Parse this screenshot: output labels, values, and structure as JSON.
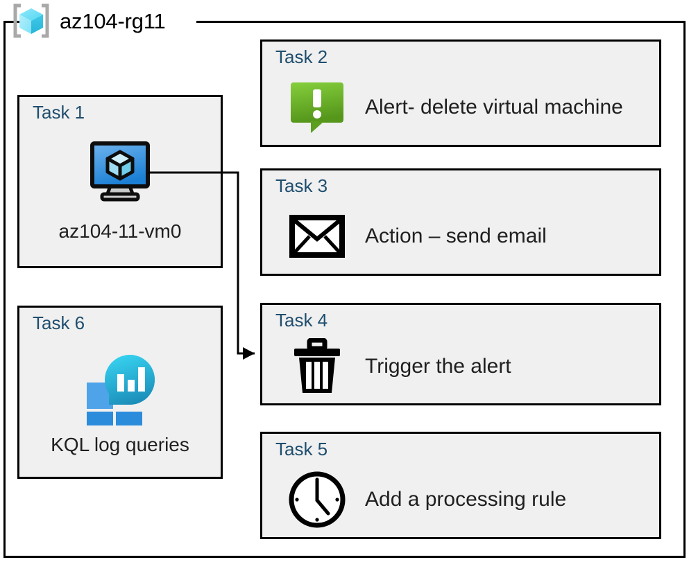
{
  "diagram": {
    "resource_group": {
      "name": "az104-rg11",
      "icon": "azure-resource-group-icon"
    },
    "accent_colors": {
      "task_title": "#1F4E6E",
      "box_fill": "#F0F0F0",
      "box_border": "#000000",
      "vm_screen_blue": "#3C8FE0",
      "alert_green_light": "#7DC62E",
      "alert_green_dark": "#55961B",
      "log_analytics_cyan": "#2FC6E8",
      "log_analytics_blue": "#2C8CDC",
      "log_analytics_blue_light": "#4FA3E8"
    },
    "tasks": [
      {
        "id": "task-1",
        "title": "Task 1",
        "caption": "az104-11-vm0",
        "icon": "virtual-machine-icon",
        "shape": "square"
      },
      {
        "id": "task-2",
        "title": "Task 2",
        "label": "Alert- delete virtual machine",
        "icon": "alert-bubble-icon",
        "shape": "wide"
      },
      {
        "id": "task-3",
        "title": "Task 3",
        "label": "Action – send email",
        "icon": "envelope-icon",
        "shape": "wide"
      },
      {
        "id": "task-4",
        "title": "Task 4",
        "label": "Trigger the alert",
        "icon": "trash-icon",
        "shape": "wide"
      },
      {
        "id": "task-5",
        "title": "Task 5",
        "label": "Add a processing rule",
        "icon": "clock-icon",
        "shape": "wide"
      },
      {
        "id": "task-6",
        "title": "Task 6",
        "caption": "KQL log queries",
        "icon": "log-analytics-icon",
        "shape": "square"
      }
    ],
    "connector": {
      "from": "task-1",
      "to": "task-4",
      "arrow": "arrowhead-right"
    }
  }
}
